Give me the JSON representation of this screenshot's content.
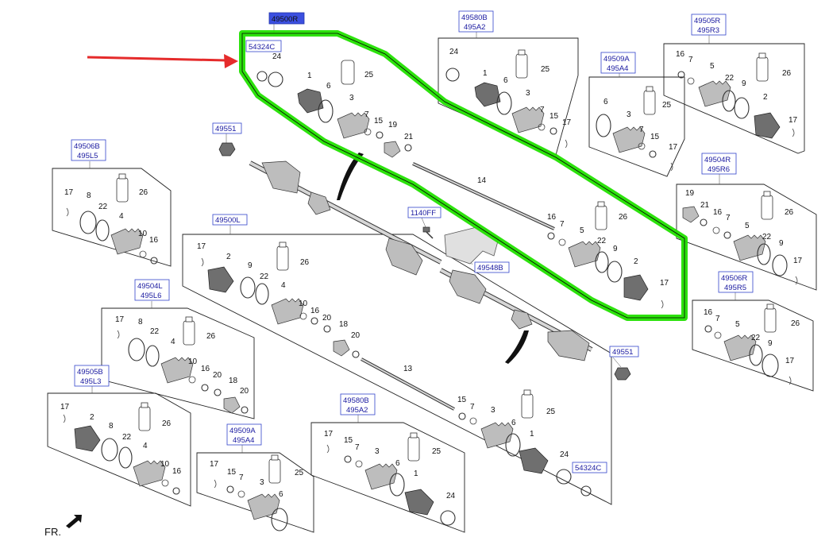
{
  "labels": {
    "main_code": "49500R",
    "fr": "FR.",
    "code_54324C": "54324C",
    "code_49580B_495A2": [
      "49580B",
      "495A2"
    ],
    "code_49509A_495A4": [
      "49509A",
      "495A4"
    ],
    "code_49505R_495R3": [
      "49505R",
      "495R3"
    ],
    "code_49551": "49551",
    "code_49506B_495L5": [
      "49506B",
      "495L5"
    ],
    "code_49504R_495R6": [
      "49504R",
      "495R6"
    ],
    "code_1140FF": "1140FF",
    "code_49548B": "49548B",
    "code_49500L": "49500L",
    "code_49506R_495R5": [
      "49506R",
      "495R5"
    ],
    "code_49504L_495L6": [
      "49504L",
      "495L6"
    ],
    "code_49505B_495L3": [
      "49505B",
      "495L3"
    ],
    "code_49509A_495A4_b": [
      "49509A",
      "495A4"
    ],
    "code_49580B_495A2_b": [
      "49580B",
      "495A2"
    ],
    "code_49551_b": "49551",
    "code_54324C_b": "54324C"
  },
  "numbers": {
    "n1": "1",
    "n2": "2",
    "n3": "3",
    "n4": "4",
    "n5": "5",
    "n6": "6",
    "n7": "7",
    "n8": "8",
    "n9": "9",
    "n10": "10",
    "n13": "13",
    "n14": "14",
    "n15": "15",
    "n16": "16",
    "n17": "17",
    "n18": "18",
    "n19": "19",
    "n20": "20",
    "n21": "21",
    "n22": "22",
    "n24": "24",
    "n25": "25",
    "n26": "26"
  },
  "colors": {
    "highlight": "#22e000",
    "arrow": "#e52b2b",
    "code_text": "#1a1aa0",
    "code_border": "#3344cc",
    "main_code_fill": "#3b4fe0"
  }
}
